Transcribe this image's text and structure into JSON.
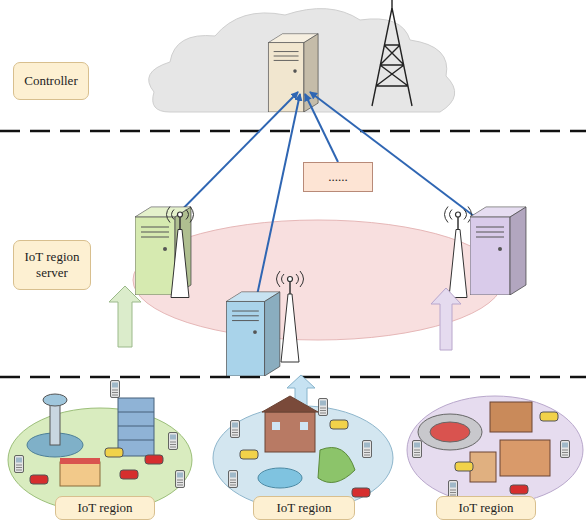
{
  "diagram": {
    "nodes": [
      {
        "text": [
          "Controller"
        ]
      },
      {
        "text": [
          "......"
        ]
      },
      {
        "text": [
          "IoT region server"
        ]
      },
      {
        "text": [
          "IoT region"
        ]
      },
      {
        "text": [
          "IoT region"
        ]
      },
      {
        "text": [
          "IoT region"
        ]
      }
    ]
  }
}
